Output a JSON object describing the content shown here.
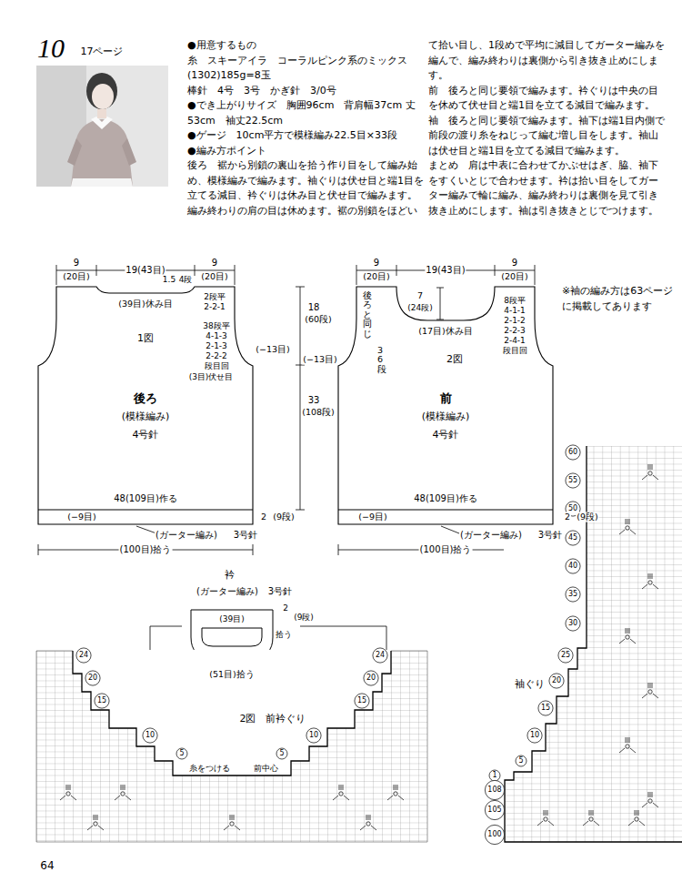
{
  "diagram": {
    "nodes": [
      {
        "text": [
          "1図",
          "後ろ",
          "(模様編み)",
          "4号針"
        ]
      },
      {
        "text": [
          "2図",
          "前",
          "(模様編み)",
          "4号針"
        ]
      }
    ],
    "labels": [
      "10",
      "17ページ",
      "●用意するもの",
      "糸　スキーアイラ　コーラルピンク系のミックス(1302)185g=8玉",
      "棒針　4号　3号　かぎ針　3/0号",
      "●でき上がりサイズ　胸囲96cm　背肩幅37cm 丈53cm　袖丈22.5cm",
      "●ゲージ　10cm平方で模様編み22.5目×33段",
      "●編み方ポイント",
      "後ろ　裾から別鎖の裏山を拾う作り目をして編み始め、模様編みで編みます。袖ぐりは伏せ目と端1目を立てる減目、衿ぐりは休み目と伏せ目で編みます。編み終わりの肩の目は休めます。裾の別鎖をほどい",
      "て拾い目し、1段めで平均に減目してガーター編みを編んで、編み終わりは裏側から引き抜き止めにします。",
      "前　後ろと同じ要領で編みます。衿ぐりは中央の目を休めて伏せ目と端1目を立てる減目で編みます。",
      "袖　後ろと同じ要領で編みます。袖下は端1目内側で前段の渡り糸をねじって編む増し目をします。袖山は伏せ目と端1目を立てる減目で編みます。",
      "まとめ　肩は中表に合わせてかぶせはぎ、脇、袖下をすくいとじで合わせます。衿は拾い目をしてガーター編みで輪に編み、編み終わりは裏側を見て引き抜き止めにします。袖は引き抜きとじでつけます。",
      "9",
      "(20目)",
      "19(43目)",
      "9",
      "(20目)",
      "1.5",
      "4段",
      "2段平",
      "2-2-1",
      "(39目)休み目",
      "18",
      "(60段)",
      "(−13目)",
      "38段平",
      "4-1-3",
      "2-1-3",
      "2-2-2",
      "段目回",
      "(3目)伏せ目",
      "33",
      "(108段)",
      "48(109目)作る",
      "(−9目)",
      "2",
      "(9段)",
      "(ガーター編み)",
      "3号針",
      "(100目)拾う",
      "9",
      "(20目)",
      "19(43目)",
      "9",
      "(20目)",
      "8段平",
      "4-1-1",
      "2-1-2",
      "2-2-3",
      "2-4-1",
      "段目回",
      "7",
      "(24段)",
      "(17目)休み目",
      "後ろと同じ",
      "36段",
      "(−13目)",
      "48(109目)作る",
      "(−9目)",
      "2",
      "(9段)",
      "(ガーター編み)",
      "3号針",
      "(100目)拾う",
      "※袖の編み方は63ページに掲載してあります",
      "衿",
      "(ガーター編み)",
      "3号針",
      "(39目)",
      "拾う",
      "2",
      "(9段)",
      "(51目)拾う",
      "24",
      "20",
      "15",
      "10",
      "5",
      "糸をつける",
      "前中心",
      "2図　前衿ぐり",
      "24",
      "20",
      "15",
      "10",
      "5",
      "袖ぐり",
      "60",
      "55",
      "50",
      "45",
      "40",
      "35",
      "30",
      "25",
      "20",
      "15",
      "10",
      "5",
      "1",
      "108",
      "105",
      "100",
      "64"
    ]
  }
}
